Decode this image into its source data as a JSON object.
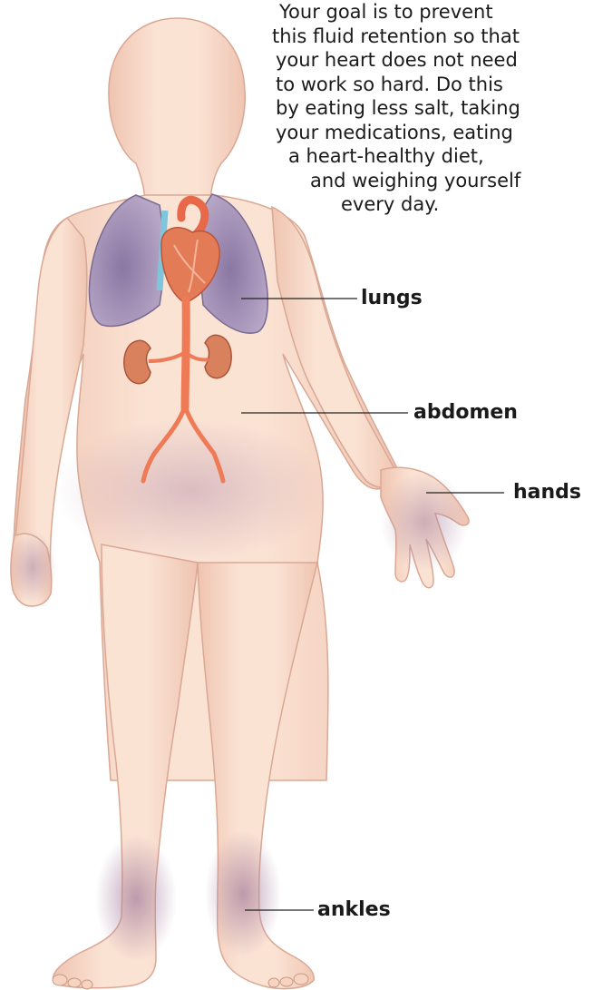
{
  "caption": {
    "lines": [
      "Your goal is to prevent",
      "this fluid retention so that",
      "your heart does not need",
      "to work so hard. Do this",
      "by eating less salt, taking",
      "your medications, eating",
      "a heart-healthy diet,",
      "and weighing yourself",
      "every day."
    ]
  },
  "labels": {
    "lungs": "lungs",
    "abdomen": "abdomen",
    "hands": "hands",
    "ankles": "ankles"
  },
  "colors": {
    "skin": "#f9dccb",
    "skin_shadow": "#e9b9a6",
    "swelling": "#b793ae",
    "lung": "#9f8fb3",
    "heart": "#e37b57",
    "aorta": "#ef7a56",
    "kidney": "#d9805c",
    "vein_blue": "#7fc6dc",
    "leader_line": "#222222"
  }
}
